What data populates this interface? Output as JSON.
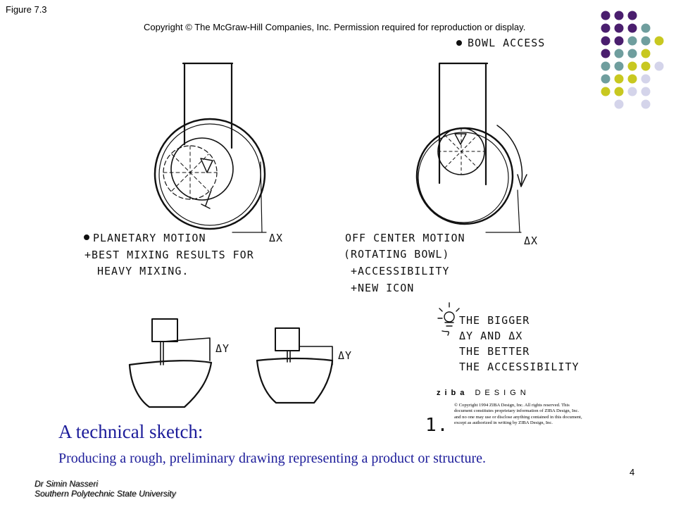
{
  "header": {
    "figure_label": "Figure 7.3",
    "copyright": "Copyright © The McGraw-Hill Companies, Inc. Permission required for reproduction or display."
  },
  "sketch_notes": {
    "bowl_access": "BOWL ACCESS",
    "planetary_line1": "PLANETARY MOTION",
    "planetary_line2": "+BEST MIXING RESULTS FOR",
    "planetary_line3": "HEAVY MIXING.",
    "delta_x_left": "ΔX",
    "offcenter_line1": "OFF CENTER MOTION",
    "offcenter_line2": "(ROTATING BOWL)",
    "offcenter_line3": "+ACCESSIBILITY",
    "offcenter_line4": "+NEW ICON",
    "delta_x_right": "ΔX",
    "bigger_line1": "THE BIGGER",
    "bigger_line2": "ΔY AND ΔX",
    "bigger_line3": "THE BETTER",
    "bigger_line4": "THE ACCESSIBILITY",
    "delta_y_left": "ΔY",
    "delta_y_right": "ΔY",
    "sheet_number": "1."
  },
  "ziba": {
    "brand": "ziba",
    "design": "DESIGN",
    "copyright_text": "© Copyright 1994 ZIBA Design, Inc. All rights reserved. This document constitutes proprietary information of ZIBA Design, Inc. and no one may use or disclose anything contained in this document, except as authorized in writing by ZIBA Design, Inc."
  },
  "caption": {
    "title": "A technical sketch:",
    "subtitle": "Producing a rough, preliminary drawing representing a product or structure."
  },
  "footer": {
    "page_number": "4",
    "author": "Dr Simin Nasseri",
    "institution": "Southern Polytechnic State University"
  },
  "colors": {
    "purple": "#4a1e6e",
    "teal": "#6f9e9e",
    "yellow": "#c8c820",
    "lavender": "#d4d4ea",
    "caption": "#1c1c9a"
  }
}
